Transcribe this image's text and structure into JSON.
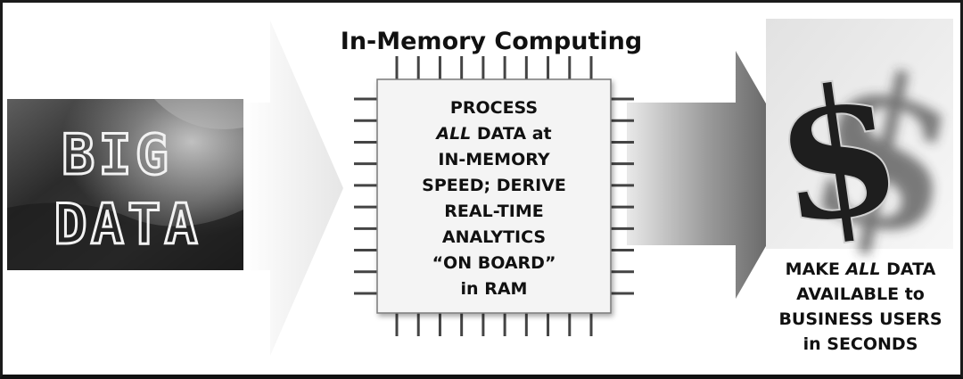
{
  "big_data": {
    "line1": "BIG",
    "line2": "DATA"
  },
  "chip": {
    "title": "In-Memory Computing",
    "lines": [
      [
        {
          "text": "PROCESS",
          "italic": false
        }
      ],
      [
        {
          "text": "ALL",
          "italic": true
        },
        {
          "text": " DATA at",
          "italic": false
        }
      ],
      [
        {
          "text": "IN-MEMORY",
          "italic": false
        }
      ],
      [
        {
          "text": "SPEED; DERIVE",
          "italic": false
        }
      ],
      [
        {
          "text": "REAL-TIME",
          "italic": false
        }
      ],
      [
        {
          "text": "ANALYTICS",
          "italic": false
        }
      ],
      [
        {
          "text": "“ON BOARD”",
          "italic": false
        }
      ],
      [
        {
          "text": "in RAM",
          "italic": false
        }
      ]
    ]
  },
  "outcome": {
    "symbol": "$",
    "lines": [
      [
        {
          "text": "MAKE ",
          "italic": false
        },
        {
          "text": "ALL",
          "italic": true
        },
        {
          "text": " DATA",
          "italic": false
        }
      ],
      [
        {
          "text": "AVAILABLE to",
          "italic": false
        }
      ],
      [
        {
          "text": "BUSINESS USERS",
          "italic": false
        }
      ],
      [
        {
          "text": "in SECONDS",
          "italic": false
        }
      ]
    ]
  },
  "colors": {
    "border": "#1a1a1a",
    "chip_fill": "#f4f4f4",
    "pins": "#444444",
    "arrow_light": "#f0f0f0",
    "arrow_dark": "#555555"
  }
}
